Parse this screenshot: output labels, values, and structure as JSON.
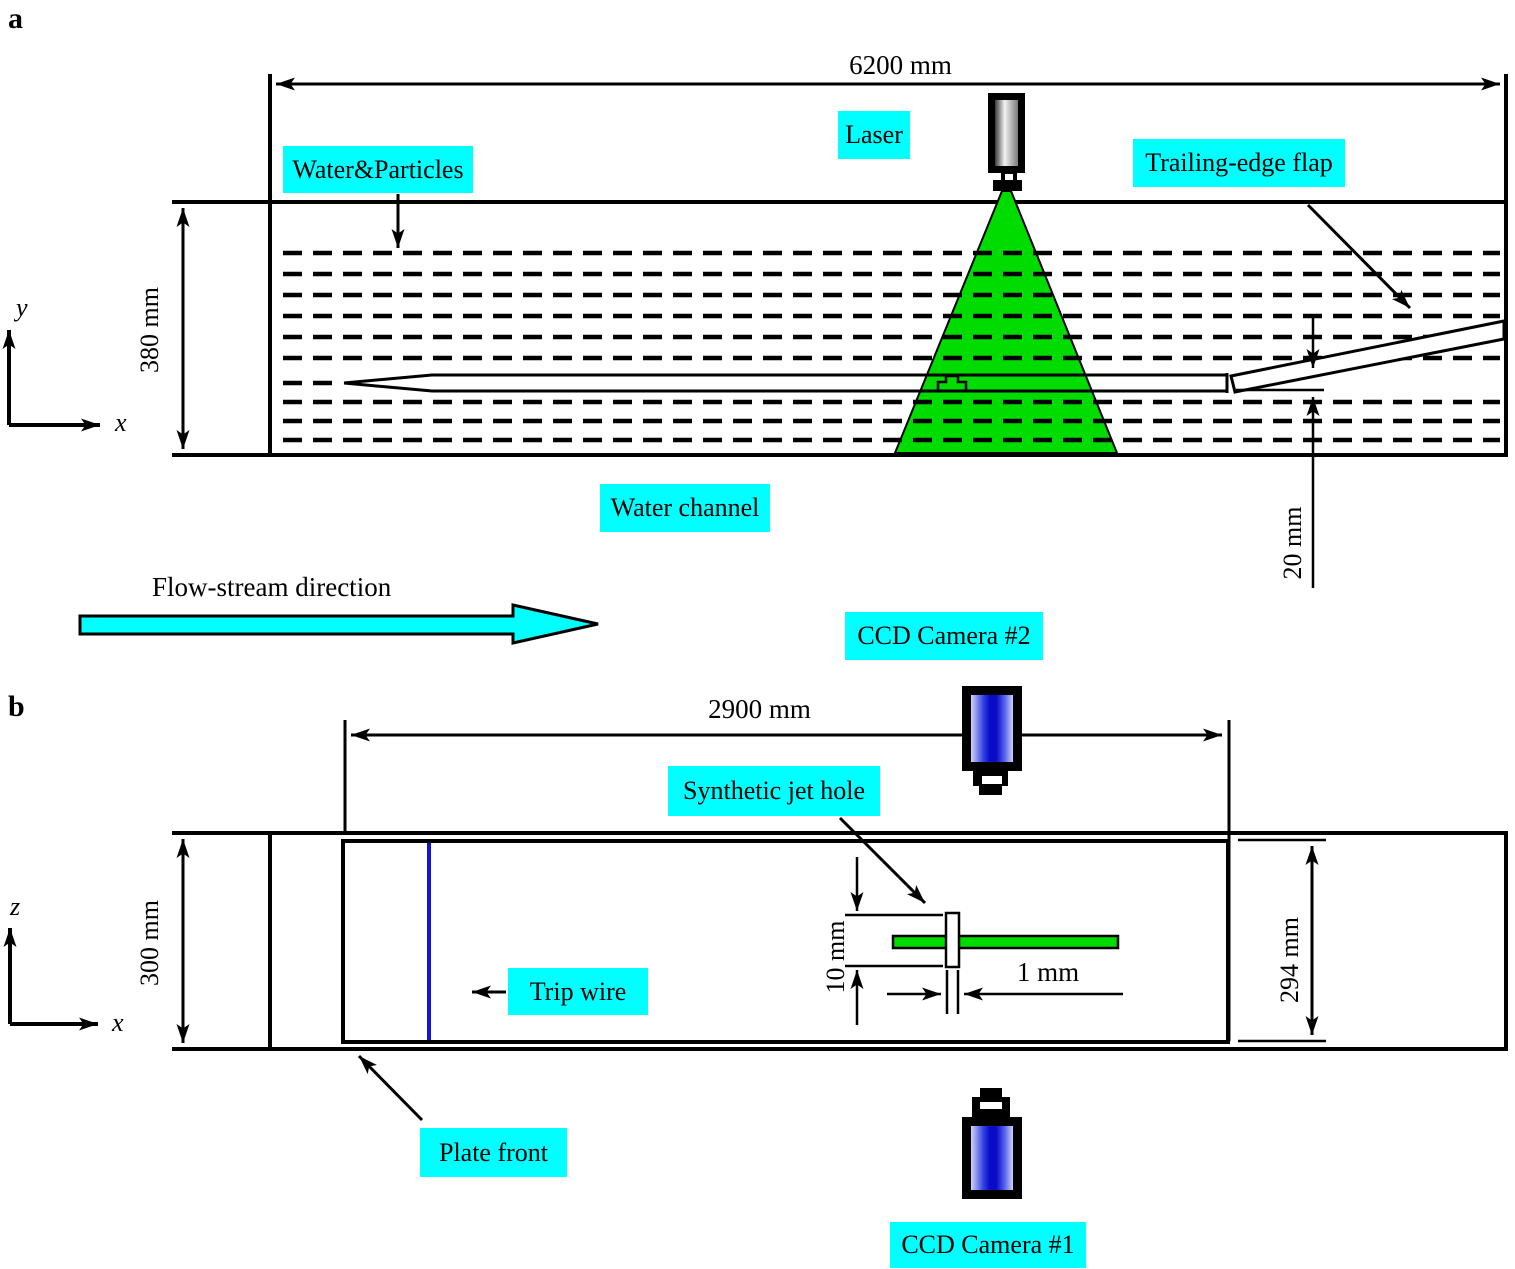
{
  "figure": {
    "panel_a_label": "a",
    "panel_b_label": "b"
  },
  "panel_a": {
    "width_dim": "6200 mm",
    "height_dim": "380 mm",
    "flap_gap_dim": "20 mm",
    "water_particles_label": "Water&Particles",
    "laser_label": "Laser",
    "trailing_edge_flap_label": "Trailing-edge flap",
    "water_channel_label": "Water channel",
    "flow_direction_label": "Flow-stream direction",
    "ccd_camera_2_label": "CCD Camera #2",
    "axis_vertical": "y",
    "axis_horizontal": "x"
  },
  "panel_b": {
    "width_dim": "2900 mm",
    "height_dim": "300 mm",
    "plate_span_dim": "294 mm",
    "jet_module_dim": "10 mm",
    "jet_hole_dim": "1 mm",
    "synthetic_jet_hole_label": "Synthetic jet hole",
    "trip_wire_label": "Trip wire",
    "plate_front_label": "Plate front",
    "ccd_camera_1_label": "CCD Camera #1",
    "axis_vertical": "z",
    "axis_horizontal": "x"
  },
  "colors": {
    "label_bg": "#00ffff",
    "laser_sheet_green": "#00dc00",
    "trip_wire_blue": "#1212d8",
    "camera_blue": "#0a0ac8",
    "line_black": "#000000"
  }
}
